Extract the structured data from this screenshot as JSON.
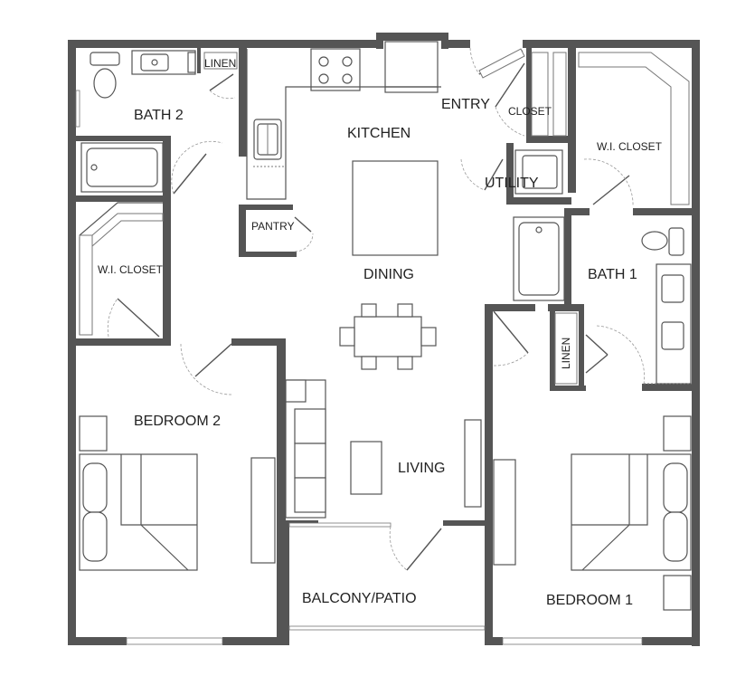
{
  "rooms": {
    "bath2": "BATH 2",
    "linen_top": "LINEN",
    "kitchen": "KITCHEN",
    "entry": "ENTRY",
    "closet": "CLOSET",
    "wi_closet_right": "W.I. CLOSET",
    "utility": "UTILITY",
    "pantry": "PANTRY",
    "dining": "DINING",
    "wi_closet_left": "W.I. CLOSET",
    "bath1": "BATH 1",
    "linen_bath1": "LINEN",
    "bedroom2": "BEDROOM 2",
    "living": "LIVING",
    "balcony": "BALCONY/PATIO",
    "bedroom1": "BEDROOM 1"
  }
}
